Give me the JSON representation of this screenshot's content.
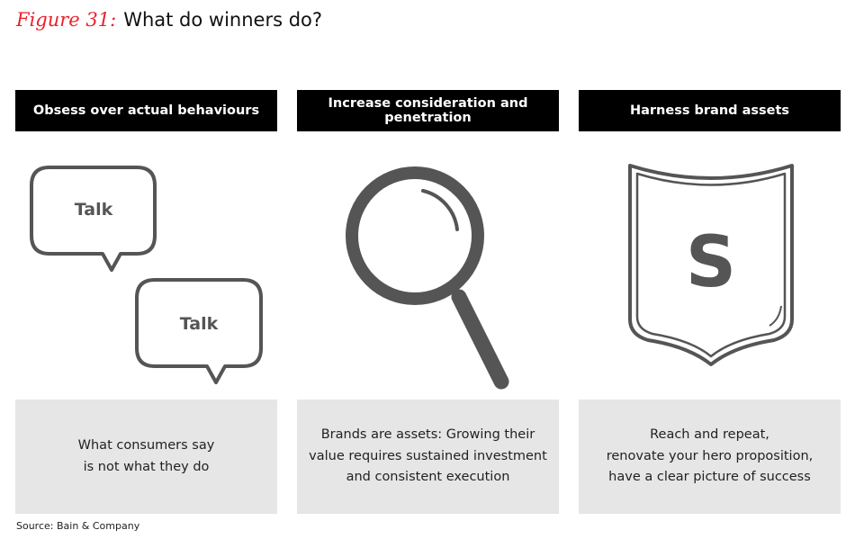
{
  "title": {
    "figure_label": "Figure 31:",
    "text": "What do winners do?"
  },
  "columns": [
    {
      "header": "Obsess over actual behaviours",
      "icon": "speech-bubbles-icon",
      "bubbles": [
        "Talk",
        "Talk"
      ],
      "caption": "What consumers say\nis not what they do"
    },
    {
      "header": "Increase consideration and penetration",
      "icon": "magnifying-glass-icon",
      "caption": "Brands are assets: Growing their\nvalue requires sustained investment\nand consistent execution"
    },
    {
      "header": "Harness brand assets",
      "icon": "shield-icon",
      "shield_letter": "S",
      "caption": "Reach and repeat,\nrenovate your hero proposition,\nhave a clear picture of success"
    }
  ],
  "source": "Source: Bain & Company",
  "colors": {
    "accent": "#e8222b",
    "icon": "#555555",
    "header_bg": "#000000",
    "caption_bg": "#e6e6e6"
  }
}
